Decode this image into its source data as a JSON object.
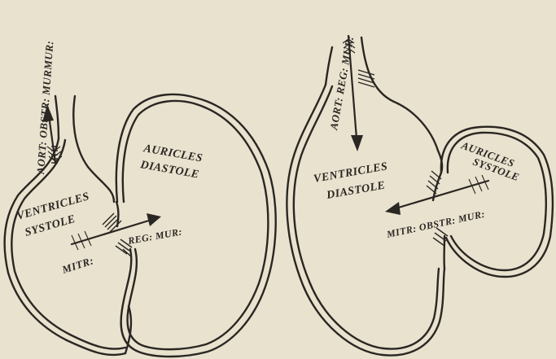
{
  "left_figure": {
    "aortic_murmur": "AORT: OBSTR: MURMUR:",
    "ventricles_line1": "VENTRICLES",
    "ventricles_line2": "SYSTOLE",
    "auricles_line1": "AURICLES",
    "auricles_line2": "DIASTOLE",
    "mitral_label": "MITR:",
    "mitral_murmur": "REG: MUR:"
  },
  "right_figure": {
    "aortic_murmur": "AORT: REG: MUR:",
    "ventricles_line1": "VENTRICLES",
    "ventricles_line2": "DIASTOLE",
    "auricles_line1": "AURICLES",
    "auricles_line2": "SYSTOLE",
    "mitral_murmur": "MITR: OBSTR: MUR:"
  },
  "colors": {
    "ink": "#2a2622",
    "paper": "#e9e2cf"
  }
}
